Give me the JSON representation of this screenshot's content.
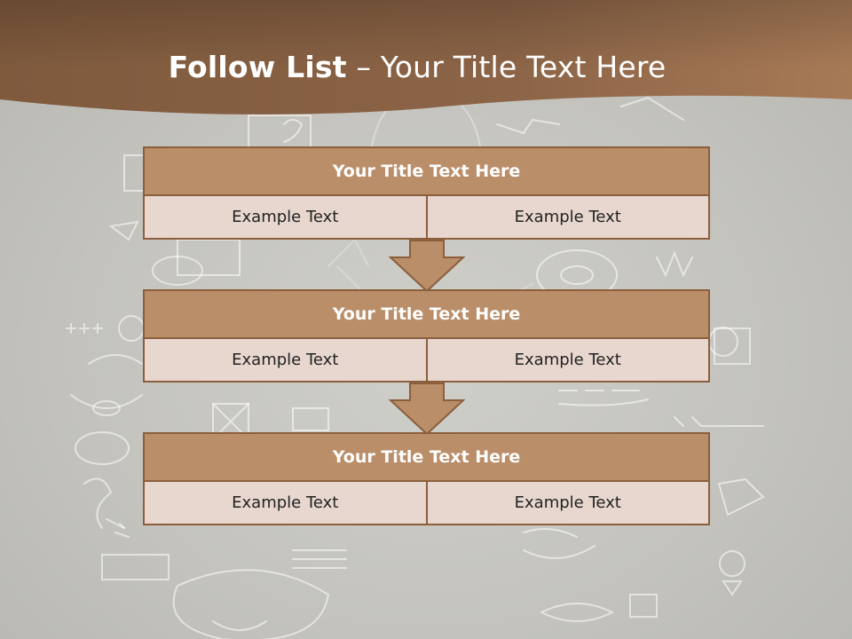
{
  "slide": {
    "title_bold": "Follow List",
    "title_rest": " – Your Title Text Here"
  },
  "steps": [
    {
      "title": "Your Title Text Here",
      "left": "Example Text",
      "right": "Example Text"
    },
    {
      "title": "Your Title Text Here",
      "left": "Example Text",
      "right": "Example Text"
    },
    {
      "title": "Your Title Text Here",
      "left": "Example Text",
      "right": "Example Text"
    }
  ],
  "colors": {
    "header_brown": "#7d573b",
    "box_fill": "#bb8e6a",
    "box_border": "#8b5e3c",
    "cell_fill": "#e7d7cf",
    "background": "#c6c5c0"
  },
  "icons": {
    "connector": "down-arrow-icon"
  }
}
